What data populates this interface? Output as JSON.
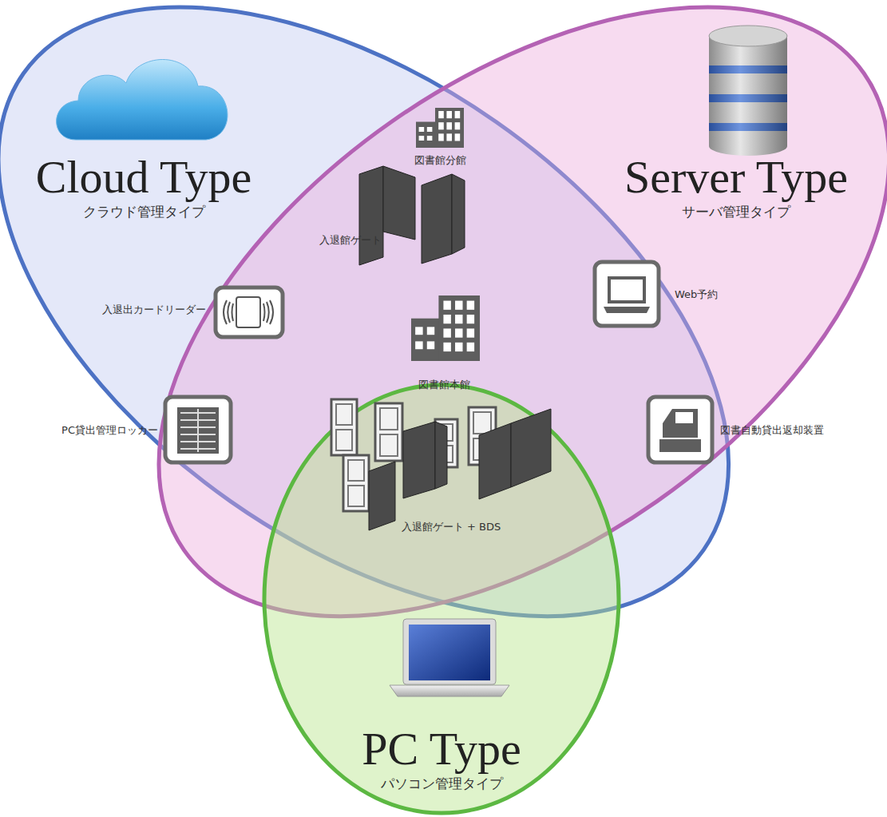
{
  "diagram": {
    "nodes": [
      {
        "text": [
          "Cloud Type",
          "クラウド管理タイプ"
        ]
      },
      {
        "text": [
          "Server Type",
          "サーバ管理タイプ"
        ]
      },
      {
        "text": [
          "PC Type",
          "パソコン管理タイプ"
        ]
      }
    ],
    "labels": [
      "図書館分館",
      "入退館ゲート",
      "入退出カードリーダー",
      "Web予約",
      "図書館本館",
      "PC貸出管理ロッカー",
      "図書自動貸出返却装置",
      "入退館ゲート + BDS"
    ]
  }
}
